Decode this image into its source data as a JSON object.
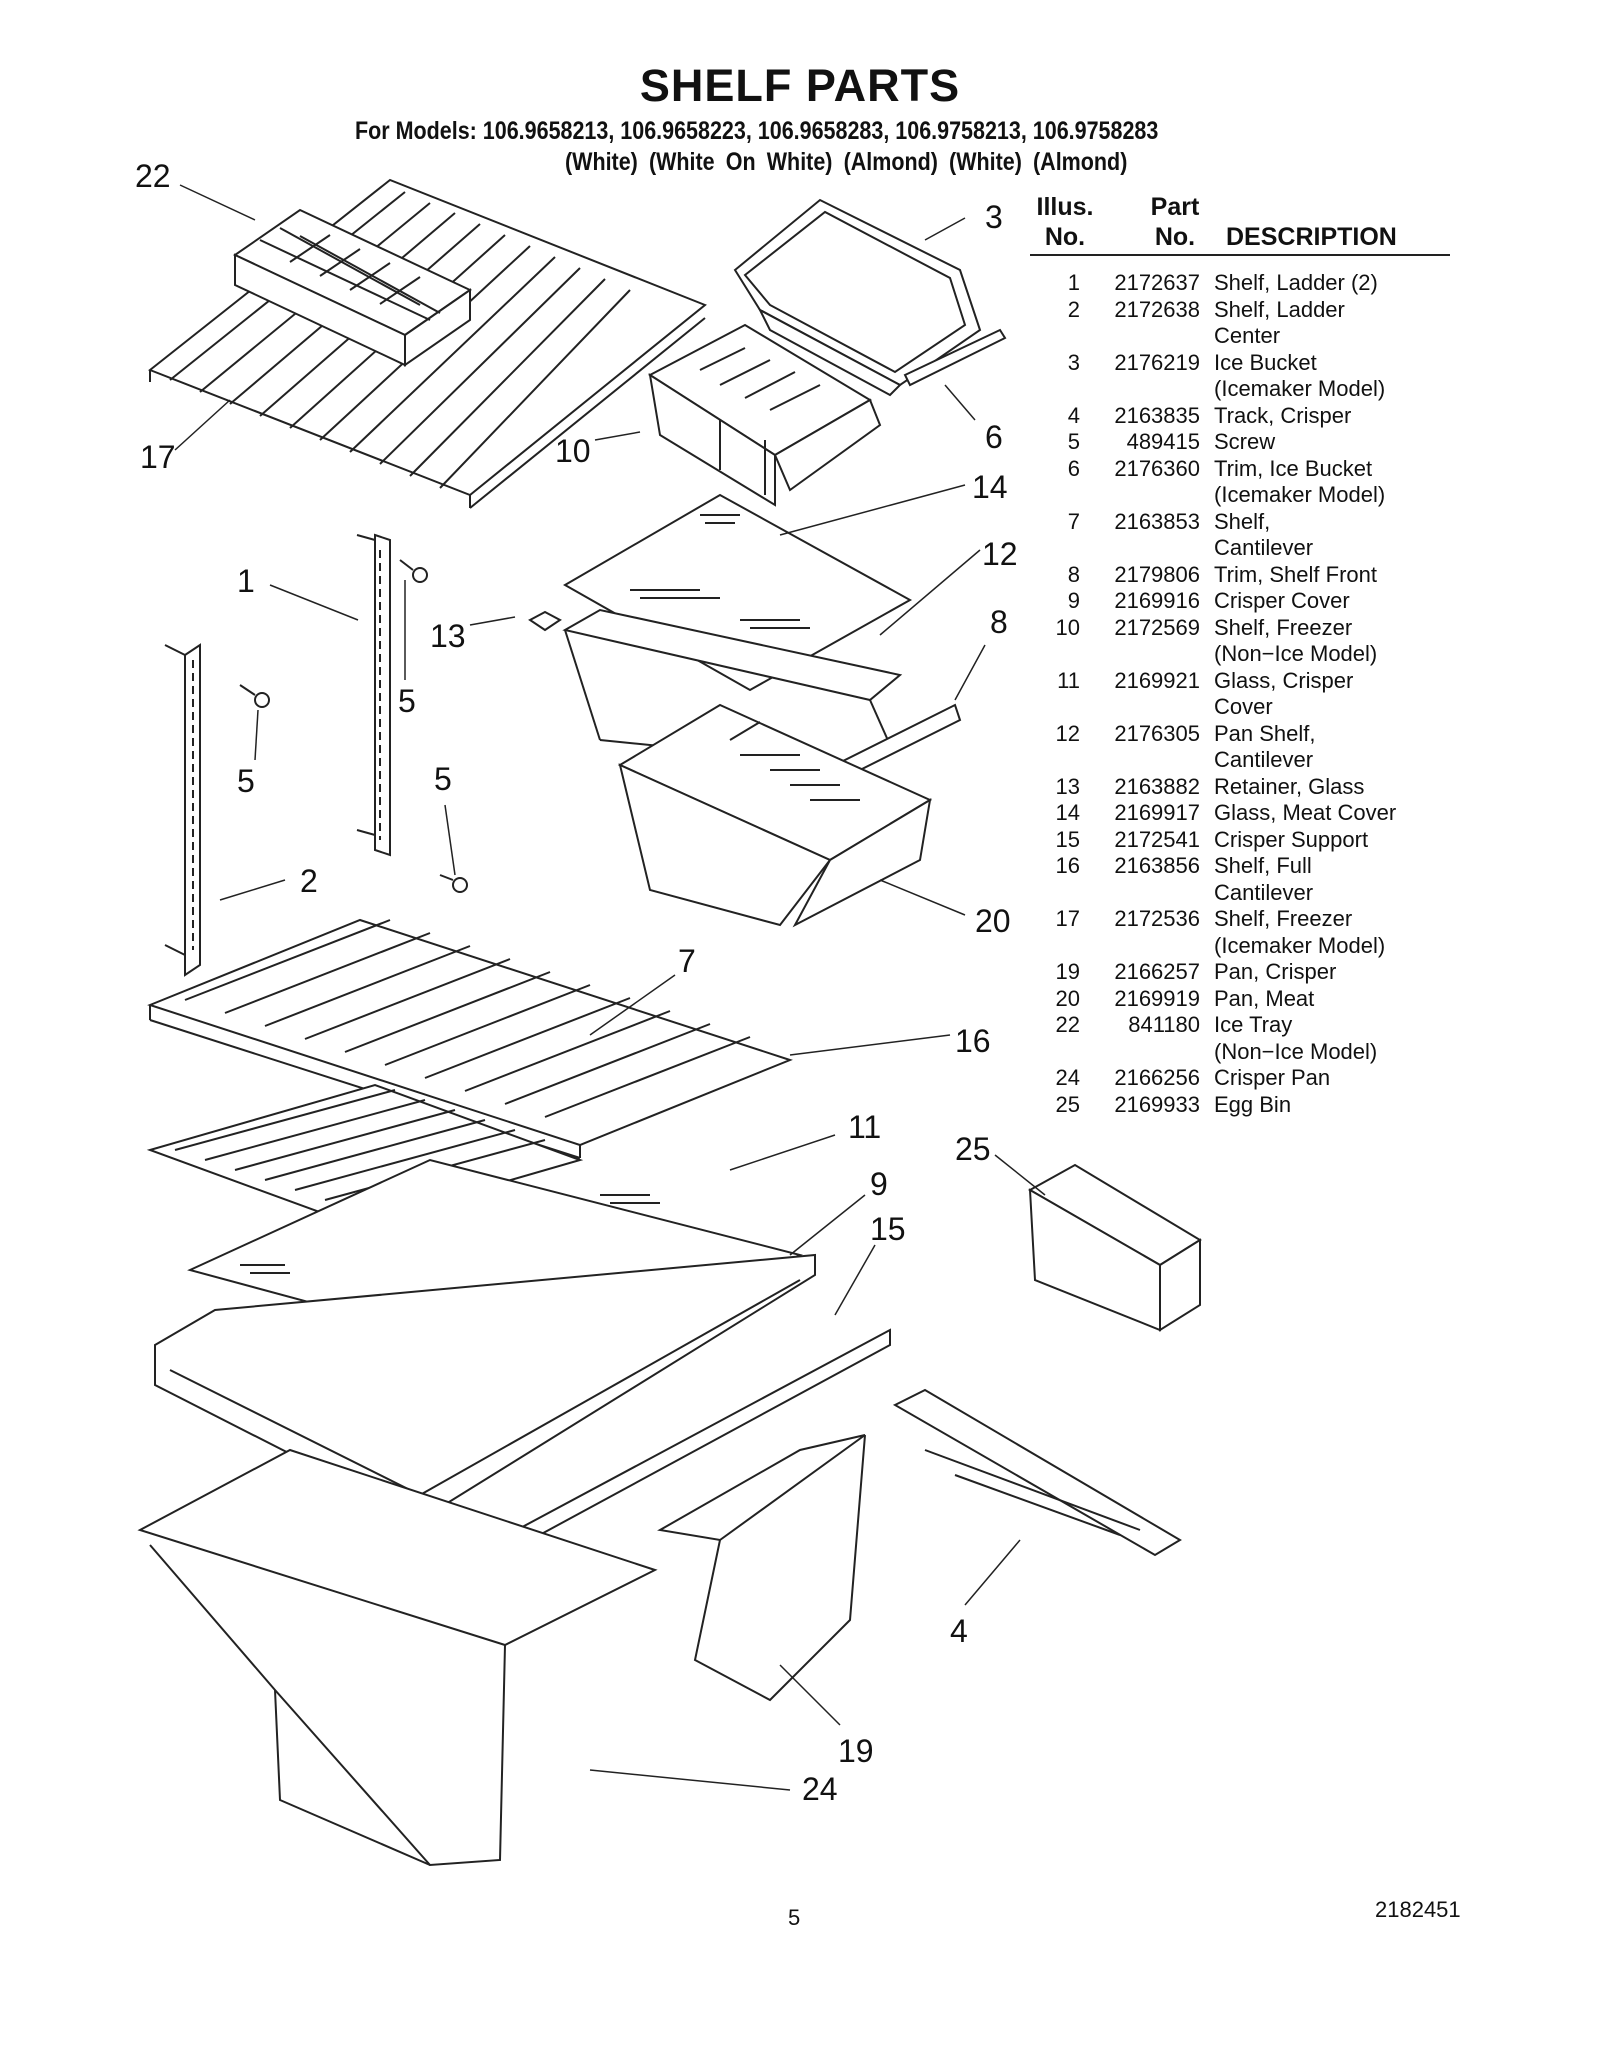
{
  "title": "SHELF PARTS",
  "models_line": "For Models: 106.9658213, 106.9658223, 106.9658283, 106.9758213, 106.9758283",
  "colors_line": "(White) (White On White) (Almond) (White) (Almond)",
  "table": {
    "header_illus": "Illus.\nNo.",
    "header_part": "Part\nNo.",
    "header_desc": "DESCRIPTION",
    "rows": [
      {
        "no": "1",
        "part": "2172637",
        "desc": "Shelf, Ladder (2)"
      },
      {
        "no": "2",
        "part": "2172638",
        "desc": "Shelf, Ladder\nCenter"
      },
      {
        "no": "3",
        "part": "2176219",
        "desc": "Ice Bucket\n(Icemaker Model)"
      },
      {
        "no": "4",
        "part": "2163835",
        "desc": "Track, Crisper"
      },
      {
        "no": "5",
        "part": "489415",
        "desc": "Screw"
      },
      {
        "no": "6",
        "part": "2176360",
        "desc": "Trim, Ice Bucket\n(Icemaker Model)"
      },
      {
        "no": "7",
        "part": "2163853",
        "desc": "Shelf,\nCantilever"
      },
      {
        "no": "8",
        "part": "2179806",
        "desc": "Trim, Shelf Front"
      },
      {
        "no": "9",
        "part": "2169916",
        "desc": "Crisper Cover"
      },
      {
        "no": "10",
        "part": "2172569",
        "desc": "Shelf, Freezer\n(Non−Ice Model)"
      },
      {
        "no": "11",
        "part": "2169921",
        "desc": "Glass, Crisper\nCover"
      },
      {
        "no": "12",
        "part": "2176305",
        "desc": "Pan Shelf,\nCantilever"
      },
      {
        "no": "13",
        "part": "2163882",
        "desc": "Retainer, Glass"
      },
      {
        "no": "14",
        "part": "2169917",
        "desc": "Glass, Meat Cover"
      },
      {
        "no": "15",
        "part": "2172541",
        "desc": "Crisper Support"
      },
      {
        "no": "16",
        "part": "2163856",
        "desc": "Shelf, Full\nCantilever"
      },
      {
        "no": "17",
        "part": "2172536",
        "desc": "Shelf, Freezer\n(Icemaker Model)"
      },
      {
        "no": "19",
        "part": "2166257",
        "desc": "Pan, Crisper"
      },
      {
        "no": "20",
        "part": "2169919",
        "desc": "Pan, Meat"
      },
      {
        "no": "22",
        "part": "841180",
        "desc": "Ice Tray\n(Non−Ice Model)"
      },
      {
        "no": "24",
        "part": "2166256",
        "desc": "Crisper Pan"
      },
      {
        "no": "25",
        "part": "2169933",
        "desc": "Egg Bin"
      }
    ]
  },
  "callouts": [
    "22",
    "3",
    "17",
    "10",
    "6",
    "14",
    "12",
    "1",
    "13",
    "8",
    "5",
    "5",
    "5",
    "2",
    "20",
    "7",
    "16",
    "11",
    "25",
    "9",
    "15",
    "4",
    "19",
    "24"
  ],
  "page_number": "5",
  "document_number": "2182451"
}
